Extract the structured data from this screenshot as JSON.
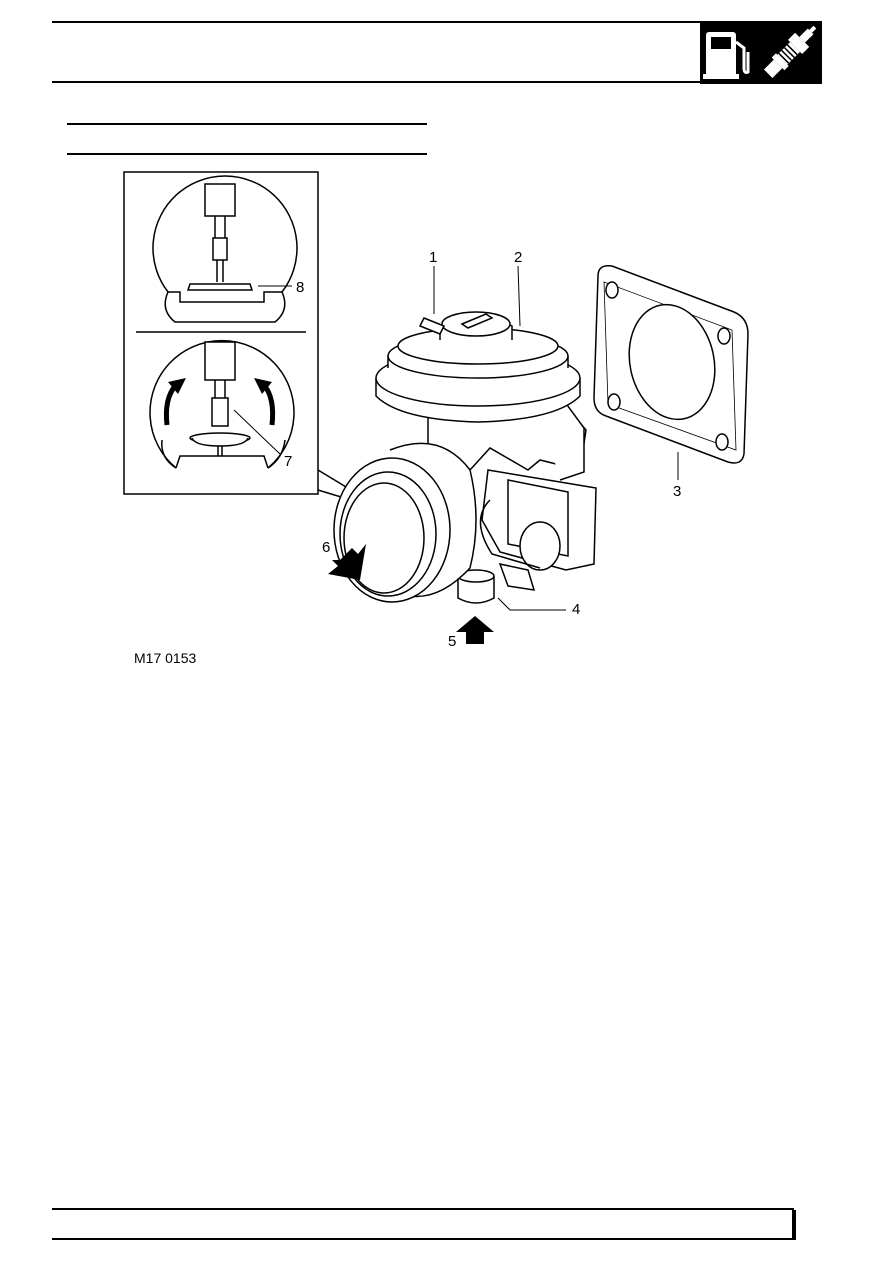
{
  "header": {
    "icons": [
      "fuel-pump-icon",
      "spark-plug-icon"
    ],
    "colors": {
      "logo_background": "#000000",
      "logo_foreground": "#ffffff"
    }
  },
  "figure": {
    "code": "M17 0153",
    "callouts": [
      "1",
      "2",
      "3",
      "4",
      "5",
      "6",
      "7",
      "8"
    ]
  }
}
